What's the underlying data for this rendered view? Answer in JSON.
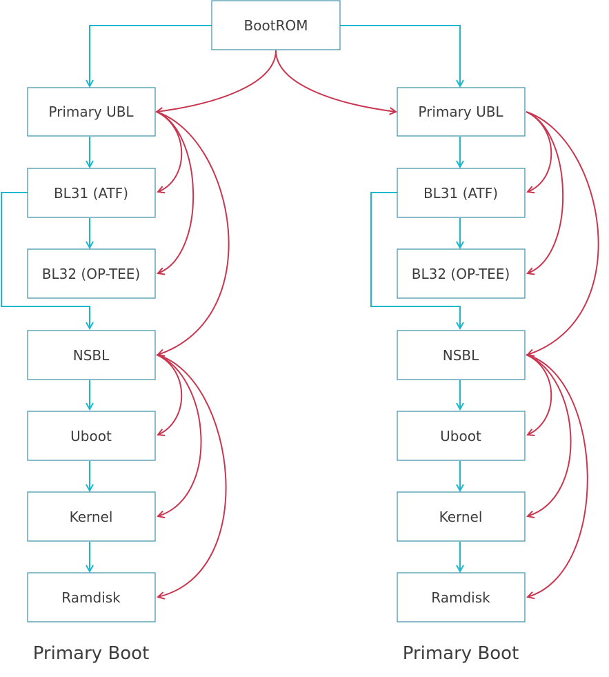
{
  "diagram": {
    "root": {
      "label": "BootROM"
    },
    "branches": [
      {
        "caption": "Primary Boot",
        "nodes": [
          {
            "label": "Primary UBL"
          },
          {
            "label": "BL31 (ATF)"
          },
          {
            "label": "BL32 (OP-TEE)"
          },
          {
            "label": "NSBL"
          },
          {
            "label": "Uboot"
          },
          {
            "label": "Kernel"
          },
          {
            "label": "Ramdisk"
          }
        ]
      },
      {
        "caption": "Primary Boot",
        "nodes": [
          {
            "label": "Primary UBL"
          },
          {
            "label": "BL31 (ATF)"
          },
          {
            "label": "BL32 (OP-TEE)"
          },
          {
            "label": "NSBL"
          },
          {
            "label": "Uboot"
          },
          {
            "label": "Kernel"
          },
          {
            "label": "Ramdisk"
          }
        ]
      }
    ]
  },
  "colors": {
    "control_flow": "#1ab8cc",
    "load_arrows": "#c8364f",
    "box_border": "#3a90a8",
    "text": "#3d3d3d"
  }
}
